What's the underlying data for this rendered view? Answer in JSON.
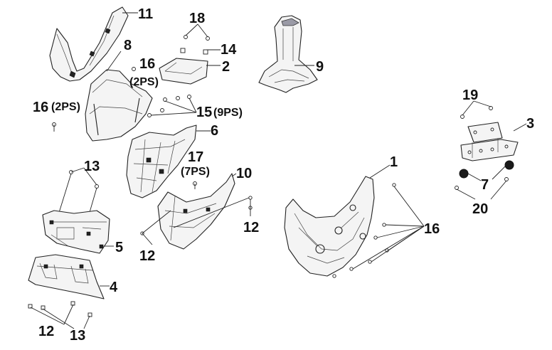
{
  "callouts": {
    "c1": "1",
    "c2": "2",
    "c3": "3",
    "c4": "4",
    "c5": "5",
    "c6": "6",
    "c7": "7",
    "c8": "8",
    "c9": "9",
    "c10": "10",
    "c11": "11",
    "c12a": "12",
    "c12b": "12",
    "c12c": "12",
    "c13a": "13",
    "c13b": "13",
    "c14": "14",
    "c15": "15",
    "c15_qty": "(9PS)",
    "c16a": "16",
    "c16a_qty": "(2PS)",
    "c16b": "16",
    "c16b_qty": "(2PS)",
    "c16c": "16",
    "c17": "17",
    "c17_qty": "(7PS)",
    "c18": "18",
    "c19": "19",
    "c20": "20"
  }
}
